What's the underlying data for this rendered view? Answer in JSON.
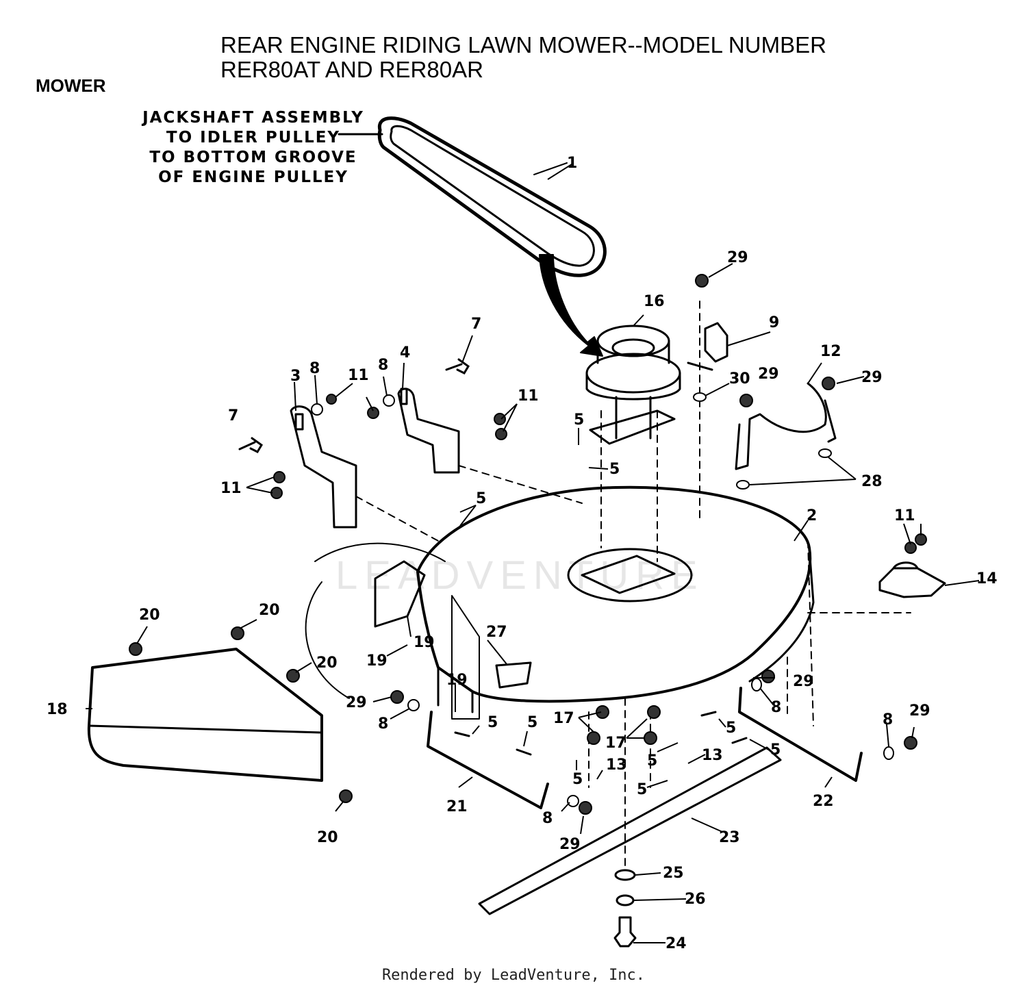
{
  "header": {
    "title_line1": "REAR ENGINE RIDING LAWN MOWER--MODEL NUMBER",
    "title_line2": "RER80AT AND RER80AR",
    "section": "MOWER"
  },
  "belt_note": {
    "line1": "JACKSHAFT ASSEMBLY",
    "line2": "TO IDLER PULLEY",
    "line3": "TO BOTTOM GROOVE",
    "line4": "OF ENGINE PULLEY"
  },
  "watermark": "LEADVENTURE",
  "footer": "Rendered by LeadVenture, Inc.",
  "callouts": [
    "1",
    "2",
    "3",
    "4",
    "5",
    "5",
    "5",
    "5",
    "5",
    "5",
    "5",
    "5",
    "5",
    "5",
    "7",
    "7",
    "8",
    "8",
    "8",
    "8",
    "8",
    "8",
    "9",
    "11",
    "11",
    "11",
    "11",
    "12",
    "13",
    "13",
    "14",
    "16",
    "17",
    "17",
    "18",
    "19",
    "19",
    "19",
    "20",
    "20",
    "20",
    "20",
    "21",
    "22",
    "23",
    "24",
    "25",
    "26",
    "27",
    "28",
    "29",
    "29",
    "29",
    "29",
    "29",
    "29",
    "29",
    "30"
  ]
}
